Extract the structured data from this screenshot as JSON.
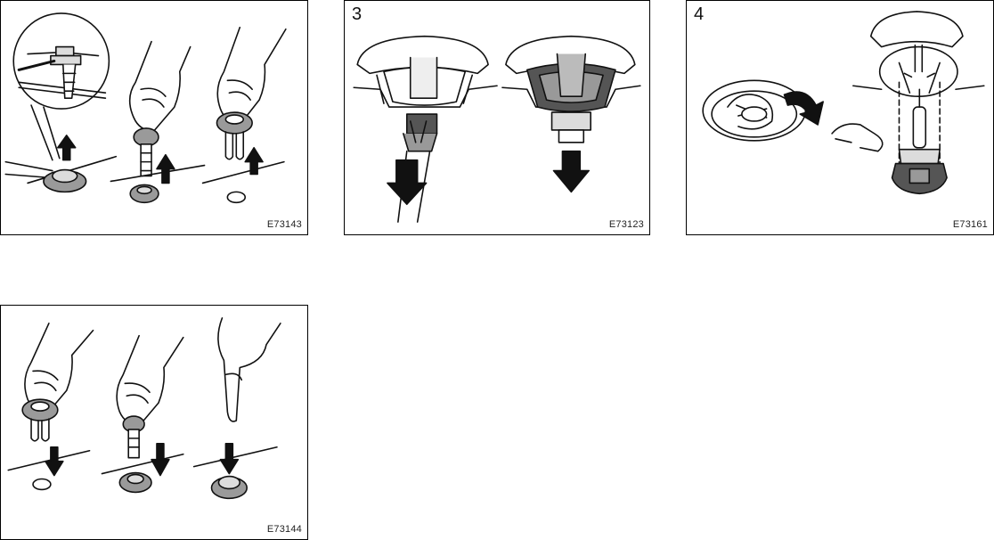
{
  "figures": [
    {
      "id": "fig-clip-removal",
      "code": "E73143",
      "step": ""
    },
    {
      "id": "fig-connector",
      "code": "E73123",
      "step": "3"
    },
    {
      "id": "fig-bulb-removal",
      "code": "E73161",
      "step": "4"
    },
    {
      "id": "fig-clip-install",
      "code": "E73144",
      "step": ""
    }
  ],
  "colors": {
    "line": "#111111",
    "fill_gray": "#9a9a9a",
    "fill_dark": "#555555",
    "fill_light": "#dcdcdc"
  }
}
